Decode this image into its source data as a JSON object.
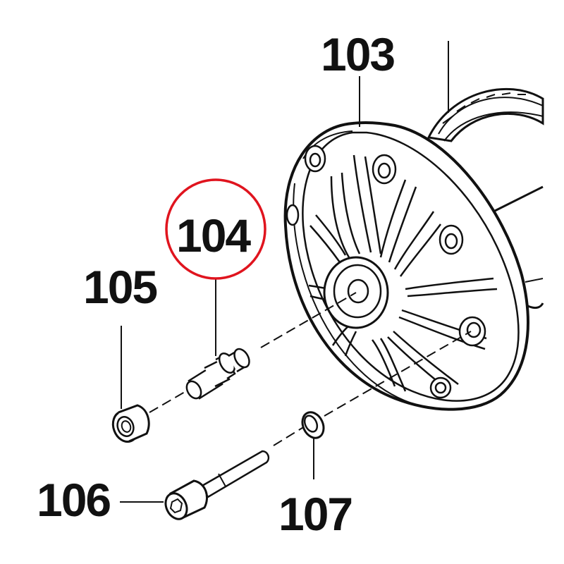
{
  "parts": [
    {
      "id": "103",
      "label": "103"
    },
    {
      "id": "104",
      "label": "104",
      "highlighted": true
    },
    {
      "id": "105",
      "label": "105"
    },
    {
      "id": "106",
      "label": "106"
    },
    {
      "id": "107",
      "label": "107"
    }
  ],
  "colors": {
    "ink": "#111111",
    "highlight": "#e0141e",
    "background": "#ffffff"
  }
}
